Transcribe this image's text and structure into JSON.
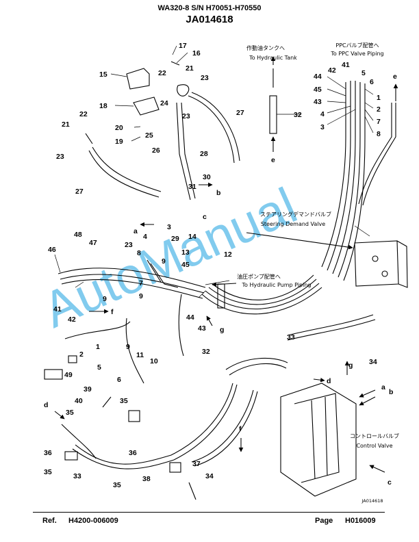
{
  "header": {
    "model": "WA320-8 S/N H70051-H70550",
    "figure": "JA014618"
  },
  "annotations": {
    "hydraulic_tank_jp": "作動油タンクへ",
    "hydraulic_tank_en": "To Hydraulic Tank",
    "ppc_jp": "PPCバルブ配管へ",
    "ppc_en": "To PPC Valve Piping",
    "steering_jp": "ステアリングデマンドバルブ",
    "steering_en": "Steering Demand Valve",
    "pump_jp": "油圧ポンプ配管へ",
    "pump_en": "To Hydraulic Pump Piping",
    "control_jp": "コントロールバルブ",
    "control_en": "Control Valve",
    "drawing_code": "JA014618"
  },
  "watermark": "AutoManual",
  "footer": {
    "ref_label": "Ref.",
    "ref_value": "H4200-006009",
    "page_label": "Page",
    "page_value": "H016009"
  },
  "callouts": [
    "17",
    "16",
    "15",
    "22",
    "21",
    "23",
    "18",
    "24",
    "20",
    "25",
    "19",
    "26",
    "23",
    "22",
    "21",
    "23",
    "27",
    "28",
    "27",
    "32",
    "44",
    "42",
    "41",
    "5",
    "6",
    "45",
    "1",
    "43",
    "2",
    "4",
    "7",
    "3",
    "8",
    "30",
    "31",
    "3",
    "4",
    "29",
    "48",
    "47",
    "23",
    "14",
    "46",
    "13",
    "12",
    "45",
    "8",
    "9",
    "7",
    "9",
    "41",
    "9",
    "42",
    "44",
    "43",
    "1",
    "2",
    "9",
    "11",
    "10",
    "32",
    "5",
    "6",
    "49",
    "33",
    "34",
    "39",
    "40",
    "35",
    "35",
    "36",
    "35",
    "36",
    "38",
    "37",
    "34",
    "33",
    "35"
  ],
  "letters": [
    "b",
    "c",
    "a",
    "e",
    "e",
    "f",
    "g",
    "g",
    "d",
    "a",
    "b",
    "d",
    "f",
    "c"
  ]
}
